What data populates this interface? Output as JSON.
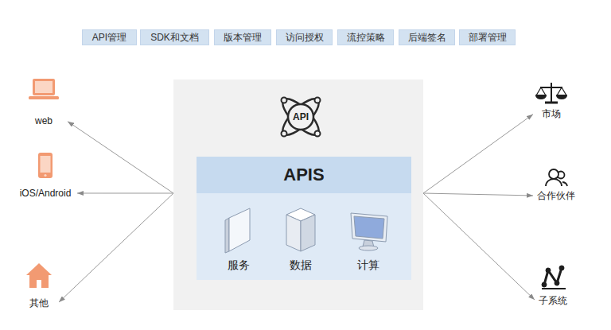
{
  "diagram": {
    "nodes": [
      {
        "text": [
          "API管理"
        ]
      },
      {
        "text": [
          "SDK和文档"
        ]
      },
      {
        "text": [
          "版本管理"
        ]
      },
      {
        "text": [
          "访问授权"
        ]
      },
      {
        "text": [
          "流控策略"
        ]
      },
      {
        "text": [
          "后端签名"
        ]
      },
      {
        "text": [
          "部署管理"
        ]
      },
      {
        "text": [
          "web"
        ]
      },
      {
        "text": [
          "iOS/Android"
        ]
      },
      {
        "text": [
          "其他"
        ]
      },
      {
        "text": [
          "API"
        ]
      },
      {
        "text": [
          "APIS"
        ],
        "in": 10
      },
      {
        "text": [
          "服务"
        ],
        "in": 11
      },
      {
        "text": [
          "数据"
        ],
        "in": 11
      },
      {
        "text": [
          "计算"
        ],
        "in": 11
      },
      {
        "text": [
          "市场"
        ]
      },
      {
        "text": [
          "合作伙伴"
        ]
      },
      {
        "text": [
          "子系统"
        ]
      }
    ],
    "edges": [
      {
        "from": 10,
        "to": 7,
        "arrow": "to"
      },
      {
        "from": 10,
        "to": 8,
        "arrow": "to"
      },
      {
        "from": 10,
        "to": 9,
        "arrow": "to"
      },
      {
        "from": 10,
        "to": 15,
        "arrow": "to"
      },
      {
        "from": 10,
        "to": 16,
        "arrow": "to"
      },
      {
        "from": 10,
        "to": 17,
        "arrow": "to"
      }
    ]
  }
}
